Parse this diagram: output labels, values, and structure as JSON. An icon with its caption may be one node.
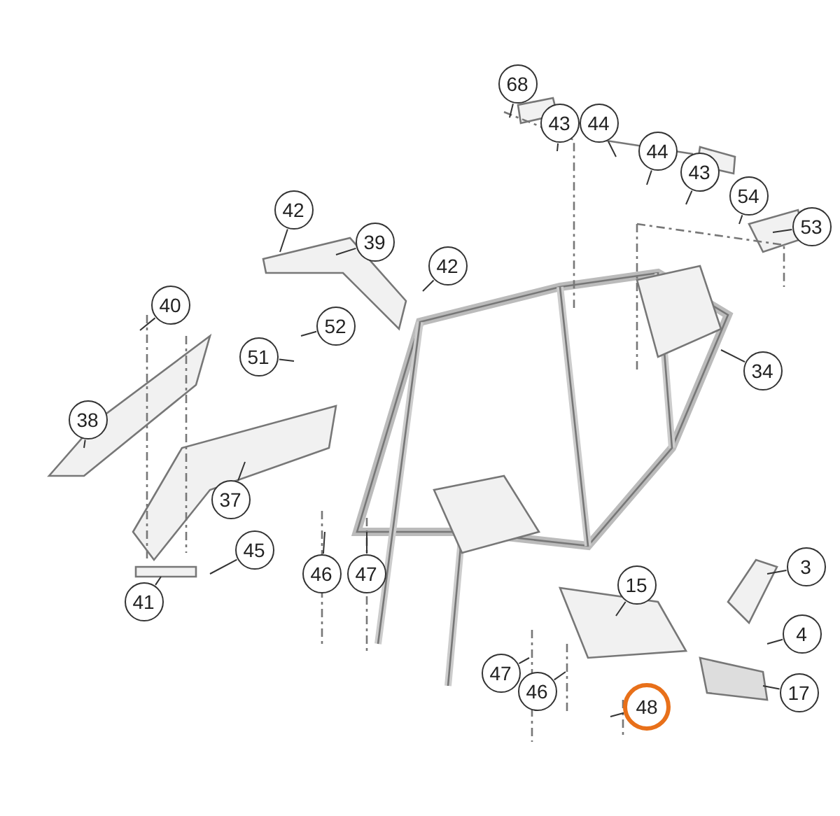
{
  "diagram": {
    "nodes": [
      {
        "text": [
          "68"
        ]
      },
      {
        "text": [
          "43"
        ]
      },
      {
        "text": [
          "44"
        ]
      },
      {
        "text": [
          "44"
        ]
      },
      {
        "text": [
          "43"
        ]
      },
      {
        "text": [
          "54"
        ]
      },
      {
        "text": [
          "53"
        ]
      },
      {
        "text": [
          "42"
        ]
      },
      {
        "text": [
          "39"
        ]
      },
      {
        "text": [
          "42"
        ]
      },
      {
        "text": [
          "40"
        ]
      },
      {
        "text": [
          "52"
        ]
      },
      {
        "text": [
          "51"
        ]
      },
      {
        "text": [
          "34"
        ]
      },
      {
        "text": [
          "38"
        ]
      },
      {
        "text": [
          "37"
        ]
      },
      {
        "text": [
          "45"
        ]
      },
      {
        "text": [
          "3"
        ]
      },
      {
        "text": [
          "46"
        ]
      },
      {
        "text": [
          "47"
        ]
      },
      {
        "text": [
          "15"
        ]
      },
      {
        "text": [
          "41"
        ]
      },
      {
        "text": [
          "4"
        ]
      },
      {
        "text": [
          "47"
        ]
      },
      {
        "text": [
          "17"
        ]
      },
      {
        "text": [
          "46"
        ]
      },
      {
        "text": [
          "48"
        ]
      }
    ],
    "edges": [
      {
        "from": 0,
        "to": null,
        "arrow": "none"
      },
      {
        "from": 1,
        "to": null,
        "arrow": "none"
      },
      {
        "from": 2,
        "to": null,
        "arrow": "none"
      },
      {
        "from": 3,
        "to": null,
        "arrow": "none"
      },
      {
        "from": 4,
        "to": null,
        "arrow": "none"
      },
      {
        "from": 5,
        "to": null,
        "arrow": "none"
      },
      {
        "from": 6,
        "to": null,
        "arrow": "none"
      },
      {
        "from": 7,
        "to": null,
        "arrow": "none"
      },
      {
        "from": 8,
        "to": null,
        "arrow": "none"
      },
      {
        "from": 9,
        "to": null,
        "arrow": "none"
      },
      {
        "from": 10,
        "to": null,
        "arrow": "none"
      },
      {
        "from": 11,
        "to": null,
        "arrow": "none"
      },
      {
        "from": 12,
        "to": null,
        "arrow": "none"
      },
      {
        "from": 13,
        "to": null,
        "arrow": "none"
      },
      {
        "from": 14,
        "to": null,
        "arrow": "none"
      },
      {
        "from": 15,
        "to": null,
        "arrow": "none"
      },
      {
        "from": 16,
        "to": null,
        "arrow": "none"
      },
      {
        "from": 17,
        "to": null,
        "arrow": "none"
      },
      {
        "from": 18,
        "to": null,
        "arrow": "none"
      },
      {
        "from": 19,
        "to": null,
        "arrow": "none"
      },
      {
        "from": 20,
        "to": null,
        "arrow": "none"
      },
      {
        "from": 21,
        "to": null,
        "arrow": "none"
      },
      {
        "from": 22,
        "to": null,
        "arrow": "none"
      },
      {
        "from": 23,
        "to": null,
        "arrow": "none"
      },
      {
        "from": 24,
        "to": null,
        "arrow": "none"
      },
      {
        "from": 25,
        "to": null,
        "arrow": "none"
      },
      {
        "from": 26,
        "to": null,
        "arrow": "none"
      }
    ]
  }
}
